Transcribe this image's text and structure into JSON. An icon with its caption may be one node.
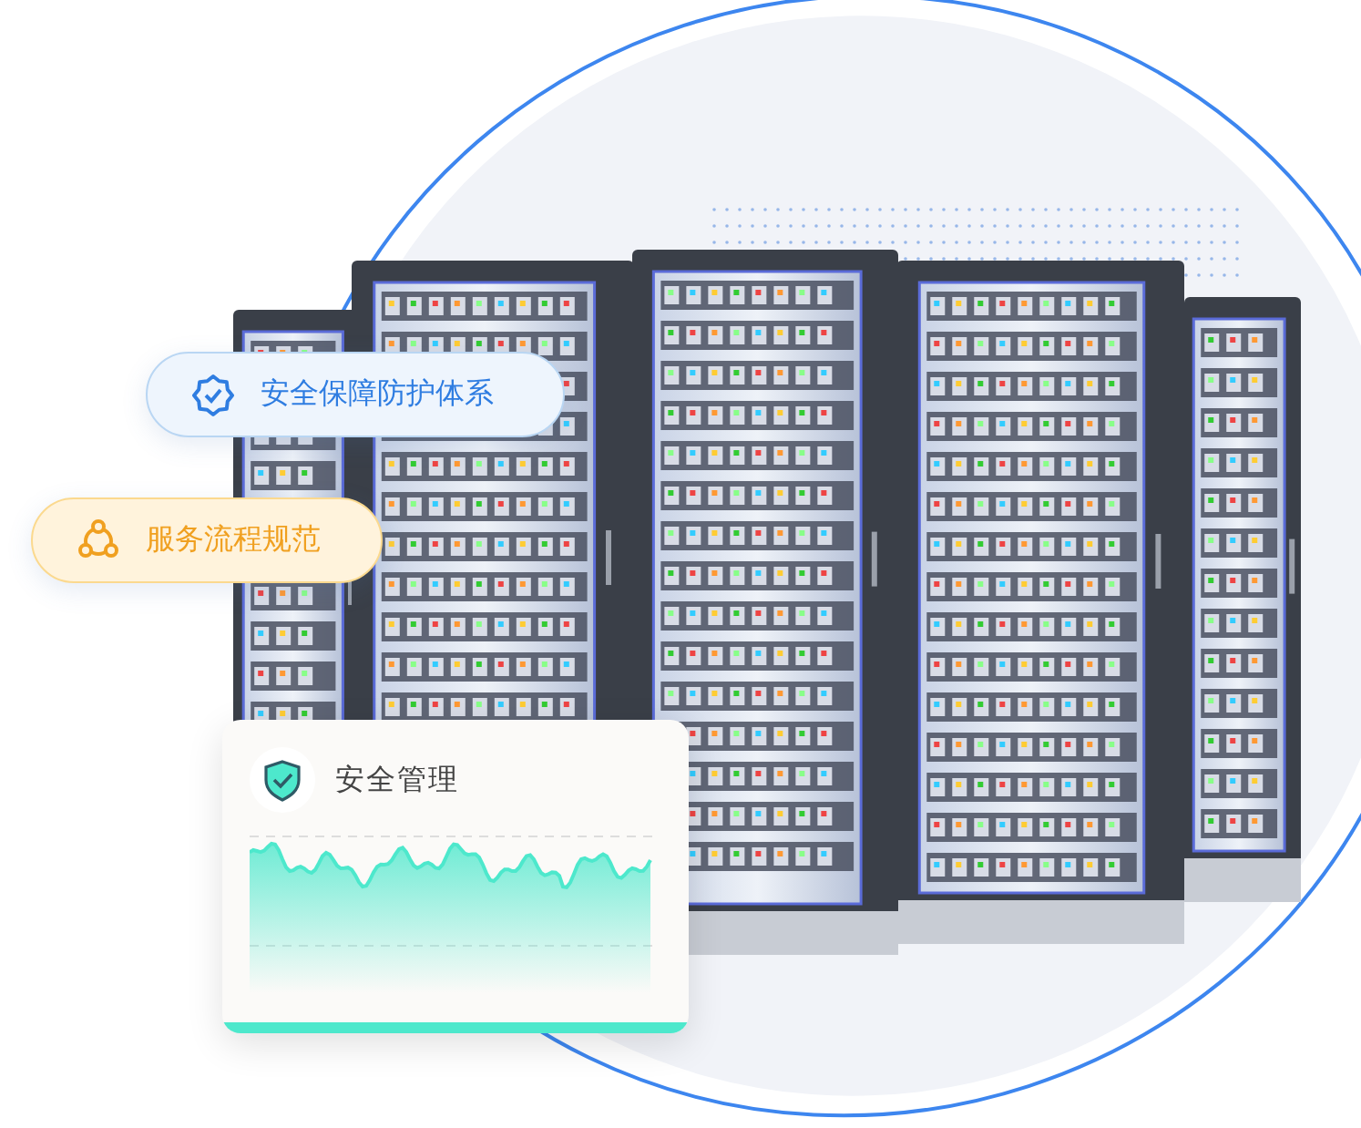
{
  "diagram": {
    "nodes": [
      {
        "text": [
          "安全保障防护体系"
        ]
      },
      {
        "text": [
          "服务流程规范"
        ]
      },
      {
        "text": [
          "安全管理"
        ]
      }
    ]
  }
}
